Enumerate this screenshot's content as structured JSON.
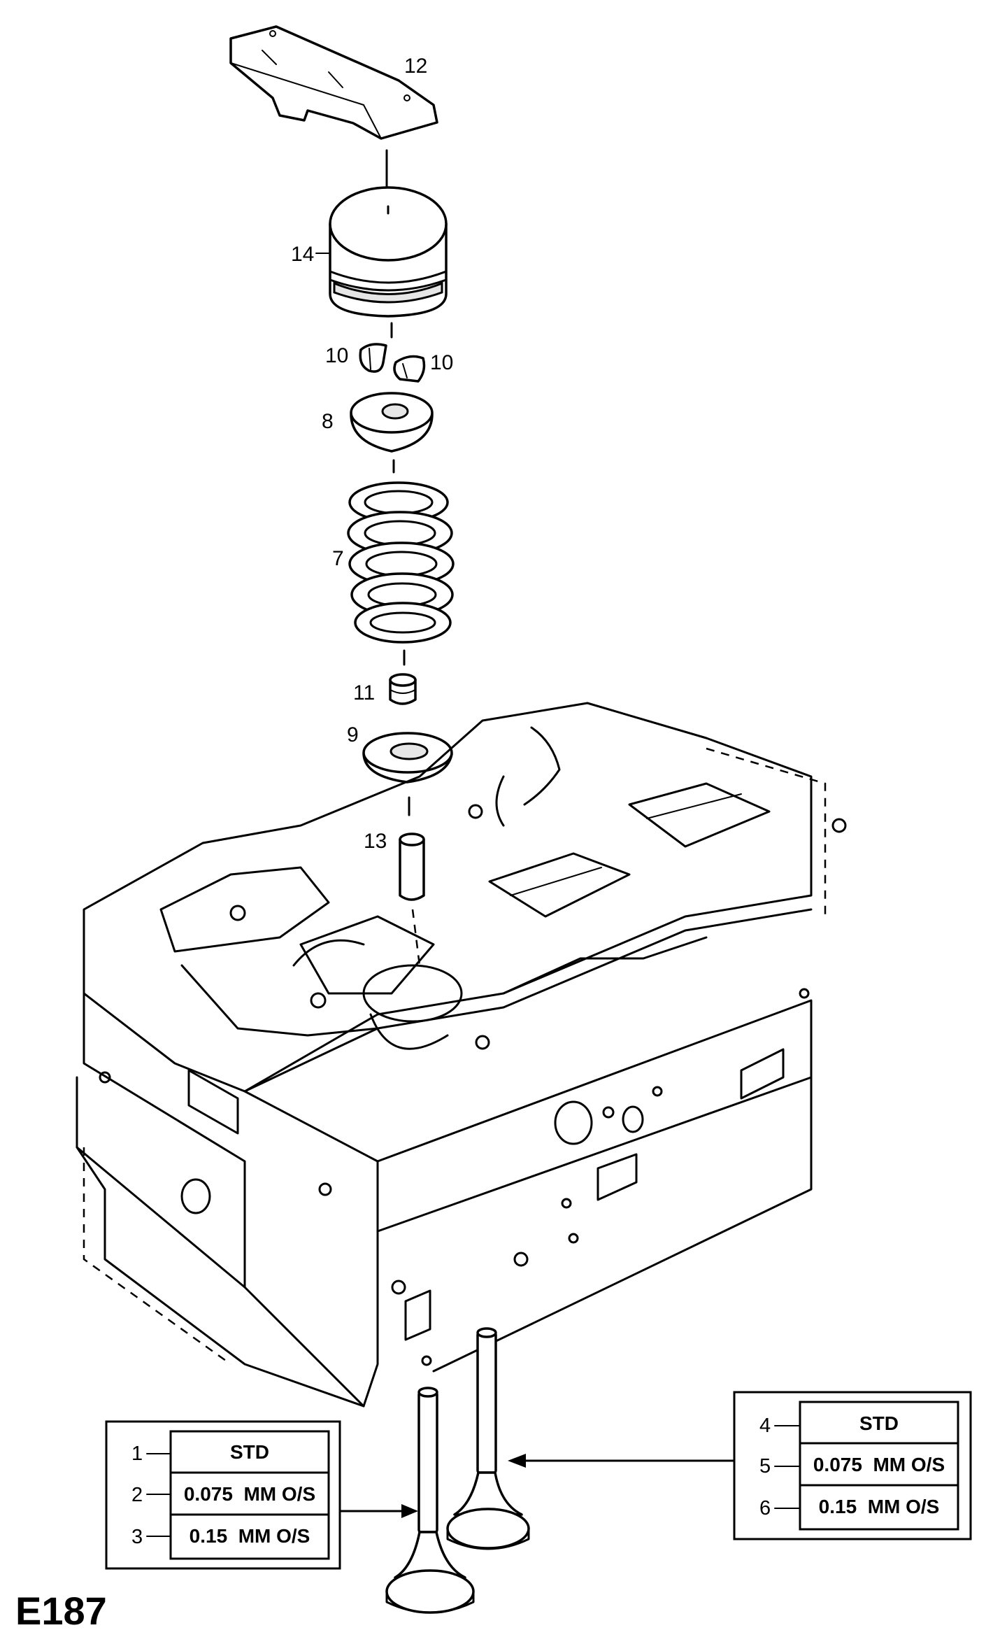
{
  "figure_code": "E187",
  "callouts": {
    "c12": "12",
    "c14": "14",
    "c10a": "10",
    "c10b": "10",
    "c8": "8",
    "c7": "7",
    "c11": "11",
    "c9": "9",
    "c13": "13"
  },
  "left_table": {
    "rows": [
      {
        "num": "1",
        "text": "STD"
      },
      {
        "num": "2",
        "text": "0.075  MM O/S"
      },
      {
        "num": "3",
        "text": "0.15  MM O/S"
      }
    ]
  },
  "right_table": {
    "rows": [
      {
        "num": "4",
        "text": "STD"
      },
      {
        "num": "5",
        "text": "0.075  MM O/S"
      },
      {
        "num": "6",
        "text": "0.15  MM O/S"
      }
    ]
  }
}
